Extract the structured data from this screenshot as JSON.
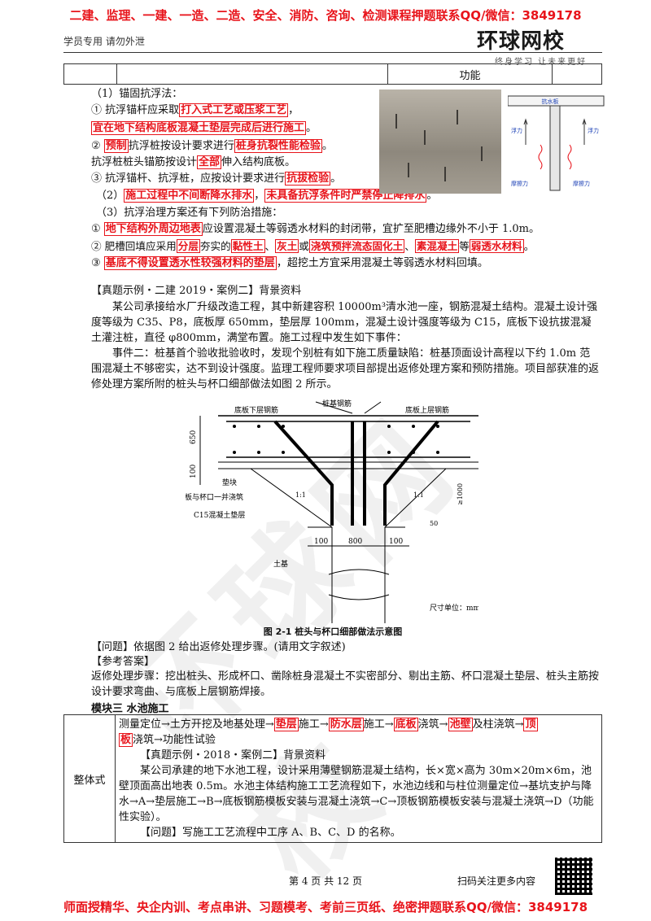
{
  "banner_top": "二建、监理、一建、一造、二造、安全、消防、咨询、检测课程押题联系QQ/微信：3849178",
  "banner_bottom": "师面授精华、央企内训、考点串讲、习题模考、考前三页纸、绝密押题联系QQ/微信：3849178",
  "header": {
    "left": "学员专用 请勿外泄",
    "logo_main": "环球网校",
    "logo_sub": "终身学习 让未来更好"
  },
  "top_table": {
    "cell_text": "功能"
  },
  "section_a": {
    "l1": "（1）锚固抗浮法：",
    "l2a": "① 抗浮锚杆应采取",
    "l2b": "打入式工艺或压浆工艺",
    "l2c": "，",
    "l3a": "宜在地下结构底板混凝土垫层完成后进行施工",
    "l3b": "。",
    "l4a": "② ",
    "l4b": "预制",
    "l4c": "抗浮桩按设计要求进行",
    "l4d": "桩身抗裂性能检验",
    "l4e": "。",
    "l5a": "抗浮桩桩头锚筋按设计",
    "l5b": "全部",
    "l5c": "伸入结构底板。",
    "l6a": "③ 抗浮锚杆、抗浮桩，应按设计要求进行",
    "l6b": "抗拔检验",
    "l6c": "。",
    "l7a": "（2）",
    "l7b": "施工过程中不间断降水排水",
    "l7c": "，",
    "l7d": "未具备抗浮条件时严禁停止降排水",
    "l7e": "。",
    "l8": "（3）抗浮治理方案还有下列防治措施：",
    "l9a": "① ",
    "l9b": "地下结构外周边地表",
    "l9c": "应设置混凝土等弱透水材料的封闭带，宜扩至肥槽边缘外不小于 1.0m。",
    "l10a": "② 肥槽回填应采用",
    "l10b": "分层",
    "l10c": "夯实的",
    "l10d": "黏性土",
    "l10e": "、",
    "l10f": "灰土",
    "l10g": "或",
    "l10h": "浇筑预拌流态固化土",
    "l10i": "、",
    "l10j": "素混凝土",
    "l10k": "等",
    "l10l": "弱透水材料",
    "l10m": "。",
    "l11a": "③ ",
    "l11b": "基底不得设置透水性较强材料的垫层",
    "l11c": "，超挖土方宜采用混凝土等弱透水材料回填。"
  },
  "diagram_small": {
    "top": "抗水板",
    "left": "浮力",
    "right": "浮力",
    "bl": "摩擦力",
    "br": "摩擦力"
  },
  "case1": {
    "title": "【真题示例・二建 2019・案例二】背景资料",
    "p1": "某公司承接给水厂升级改造工程，其中新建容积 10000m³清水池一座，钢筋混凝土结构。混凝土设计强度等级为 C35、P8，底板厚 650mm，垫层厚 100mm，混凝土设计强度等级为 C15，底板下设抗拔混凝土灌注桩，直径 φ800mm，满堂布置。施工过程中发生如下事件：",
    "p2": "事件二：桩基首个验收批验收时，发现个别桩有如下施工质量缺陷：桩基顶面设计高程以下约 1.0m 范围混凝土不够密实，达不到设计强度。监理工程师要求项目部提出返修处理方案和预防措施。项目部获准的返修处理方案所附的桩头与杯口细部做法如图 2 所示。"
  },
  "figure2": {
    "label_bottom_bar": "底板下层钢筋",
    "label_pile_bar": "桩基钢筋",
    "label_top_bar": "底板上层钢筋",
    "dim_650": "650",
    "dim_100v": "100",
    "label_pad": "垫块",
    "label_cup": "底板与杯口一并浇筑",
    "label_c15": "C15混凝土垫层",
    "slope1": "1:1",
    "slope2": "1:1",
    "dim_1000": "≥1000",
    "dim_50": "50",
    "dim_100a": "100",
    "dim_800": "800",
    "dim_100b": "100",
    "label_soil": "土基",
    "unit": "尺寸单位：mm"
  },
  "caption": "图 2-1   桩头与杯口细部做法示意图",
  "qa": {
    "q": "【问题】依据图 2 给出返修处理步骤。(请用文字叙述)",
    "ref": "【参考答案】",
    "a": "返修处理步骤：挖出桩头、形成杯口、凿除桩身混凝土不实密部分、剔出主筋、杯口混凝土垫层、桩头主筋按设计要求弯曲、与底板上层钢筋焊接。"
  },
  "module": "模块三 水池施工",
  "box": {
    "label": "整体式",
    "f1": "测量定位→土方开挖及地基处理→",
    "f2": "垫层",
    "f3": "施工→",
    "f4": "防水层",
    "f5": "施工→",
    "f6": "底板",
    "f7": "浇筑→",
    "f8": "池壁",
    "f9": "及柱浇筑→",
    "f10": "顶",
    "f11": "板",
    "f12": "浇筑→功能性试验",
    "c_title": "【真题示例・2018・案例二】背景资料",
    "c_p": "某公司承建的地下水池工程，设计采用薄壁钢筋混凝土结构，长×宽×高为 30m×20m×6m，池壁顶面高出地表 0.5m。水池主体结构施工工艺流程如下，水池边线和与柱位测量定位→基坑支护与降水→A→垫层施工→B→底板钢筋模板安装与混凝土浇筑→C→顶板钢筋模板安装与混凝土浇筑→D（功能性实验）。",
    "c_q": "【问题】写施工工艺流程中工序 A、B、C、D 的名称。"
  },
  "footer": {
    "page": "第 4 页 共 12 页",
    "qr_text": "扫码关注更多内容"
  },
  "colors": {
    "accent": "#e8141b"
  }
}
